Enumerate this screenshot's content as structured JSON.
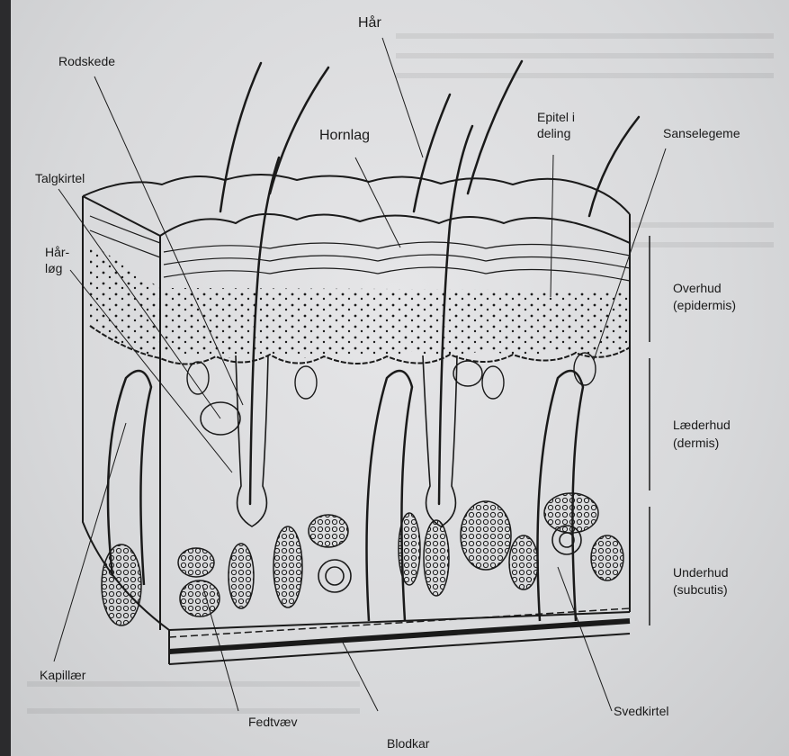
{
  "labels": {
    "haar": "Hår",
    "rodskede": "Rodskede",
    "hornlag": "Hornlag",
    "epitel_line1": "Epitel i",
    "epitel_line2": "deling",
    "sanselegeme": "Sanselegeme",
    "talgkirtel": "Talgkirtel",
    "haarloeg_line1": "Hår-",
    "haarloeg_line2": "løg",
    "overhud": "Overhud",
    "overhud_latin": "(epidermis)",
    "laederhud": "Læderhud",
    "laederhud_latin": "(dermis)",
    "underhud": "Underhud",
    "underhud_latin": "(subcutis)",
    "kapillaer": "Kapillær",
    "fedtvaev": "Fedtvæv",
    "blodkar": "Blodkar",
    "svedkirtel": "Svedkirtel"
  },
  "colors": {
    "ink": "#1a1a1a",
    "paper": "#e2e3e5",
    "frame": "#2b2b2d"
  }
}
